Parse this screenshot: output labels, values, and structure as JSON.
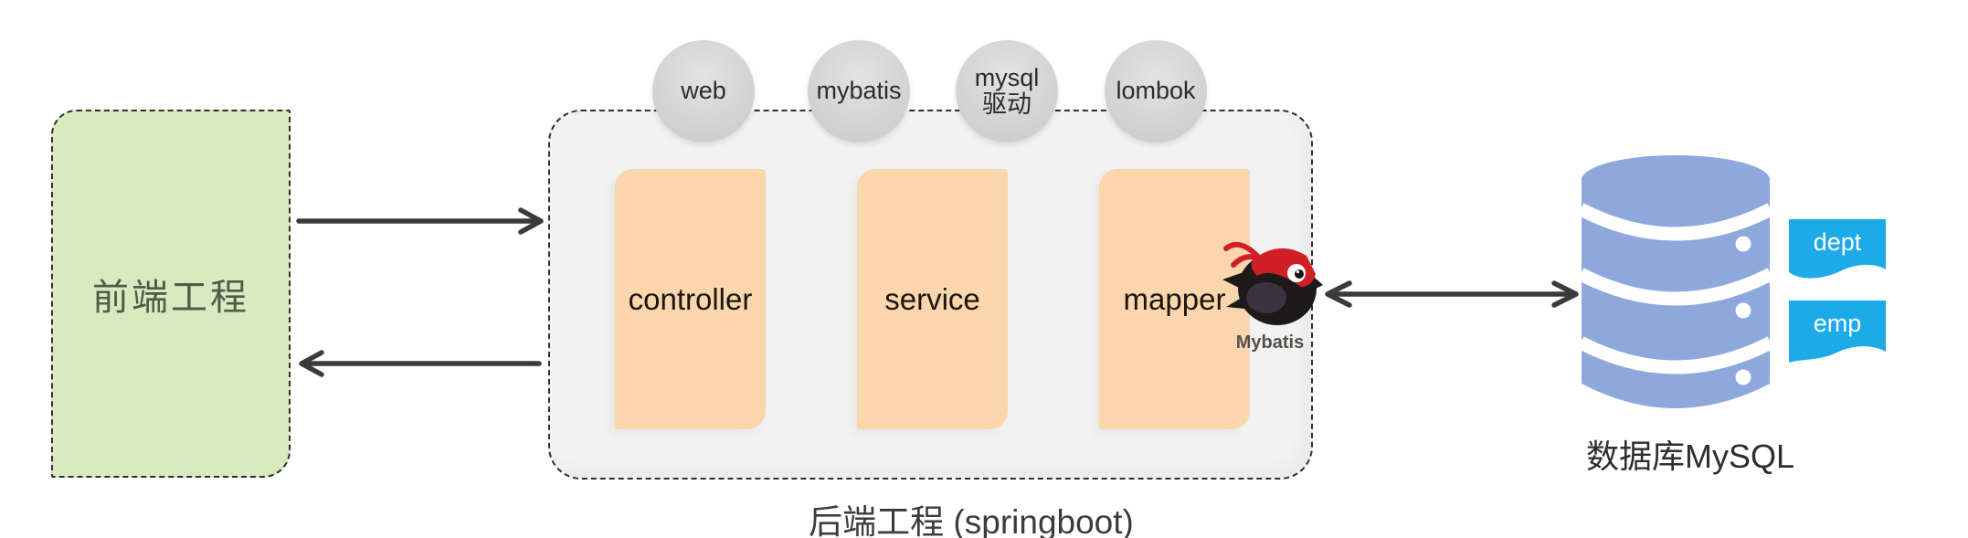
{
  "frontend": {
    "label": "前端工程"
  },
  "backend": {
    "caption": "后端工程 (springboot)",
    "dependencies": [
      {
        "label": "web"
      },
      {
        "label": "mybatis"
      },
      {
        "label": "mysql\n驱动"
      },
      {
        "label": "lombok"
      }
    ],
    "layers": [
      {
        "label": "controller"
      },
      {
        "label": "service"
      },
      {
        "label": "mapper"
      }
    ],
    "orm_label": "Mybatis"
  },
  "database": {
    "caption": "数据库MySQL",
    "tables": [
      {
        "label": "dept"
      },
      {
        "label": "emp"
      }
    ]
  },
  "icons": {
    "request_arrow": "right-arrow",
    "response_arrow": "left-arrow",
    "db_link_arrow": "double-headed-arrow",
    "mybatis_logo": "black-bird-with-red-bandana",
    "database_icon": "blue-db-cylinder"
  },
  "colors": {
    "frontend_fill": "#d9e9c0",
    "frontend_text": "#4d5c47",
    "backend_fill": "#f2f2f3",
    "layer_fill": "#fbd5ab",
    "dependency_fill": "#d4d4d4",
    "arrow": "#3a3a3a",
    "database_fill": "#8ea8dc",
    "table_tag_fill": "#1caae8",
    "mybatis_red": "#d11f28"
  }
}
